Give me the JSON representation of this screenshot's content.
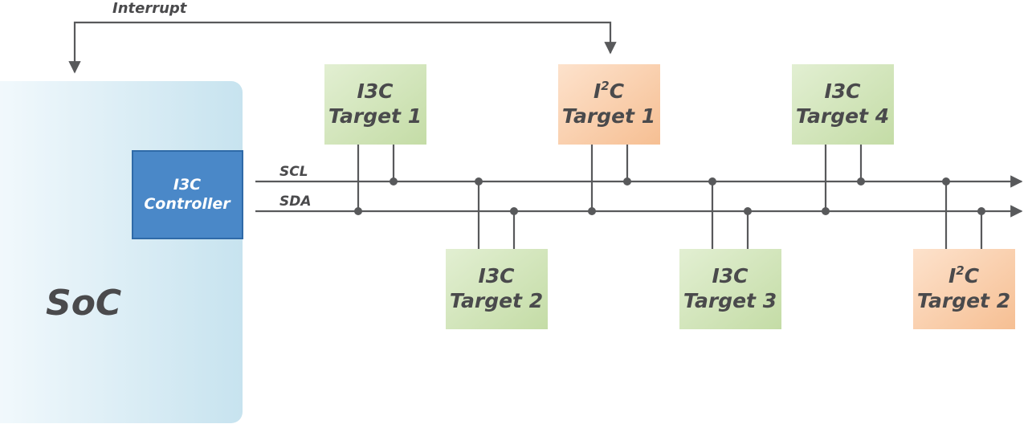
{
  "soc": {
    "label": "SoC"
  },
  "controller": {
    "line1": "I3C",
    "line2": "Controller"
  },
  "bus": {
    "scl": "SCL",
    "sda": "SDA"
  },
  "interrupt": {
    "label": "Interrupt"
  },
  "targets": {
    "i3c_target_1": {
      "line1": "I3C",
      "line2": "Target 1"
    },
    "i2c_target_1": {
      "prefix": "I",
      "sup": "2",
      "suffix": "C",
      "line2": "Target 1"
    },
    "i3c_target_4": {
      "line1": "I3C",
      "line2": "Target 4"
    },
    "i3c_target_2": {
      "line1": "I3C",
      "line2": "Target 2"
    },
    "i3c_target_3": {
      "line1": "I3C",
      "line2": "Target 3"
    },
    "i2c_target_2": {
      "prefix": "I",
      "sup": "2",
      "suffix": "C",
      "line2": "Target 2"
    }
  },
  "colors": {
    "i3c_box": "#cfe3b4",
    "i2c_box": "#f9c9a2",
    "controller": "#4a88c8",
    "soc": "#c9e4f0",
    "wire": "#58595b"
  }
}
